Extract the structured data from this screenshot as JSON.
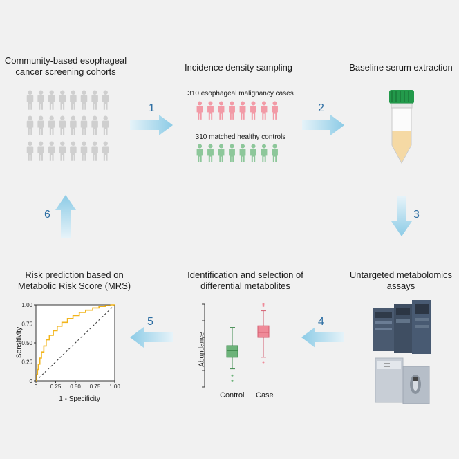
{
  "steps": {
    "cohorts": {
      "line1": "Community-based esophageal",
      "line2": "cancer screening cohorts"
    },
    "sampling": {
      "title": "Incidence density sampling",
      "cases": "310 esophageal malignancy cases",
      "controls": "310 matched healthy controls"
    },
    "serum": {
      "title": "Baseline serum extraction"
    },
    "assays": {
      "line1": "Untargeted metabolomics",
      "line2": "assays"
    },
    "metabolites": {
      "line1": "Identification and selection of",
      "line2": "differential metabolites"
    },
    "risk": {
      "line1": "Risk prediction based on",
      "line2": "Metabolic Risk Score (MRS)"
    }
  },
  "arrow_numbers": [
    "1",
    "2",
    "3",
    "4",
    "5",
    "6"
  ],
  "colors": {
    "gray_person": "#cfcfcf",
    "case_person": "#f29aa6",
    "control_person": "#8dc79a",
    "arrow": "#a7d5ea",
    "number": "#2d6ea3",
    "roc": "#f2b51c",
    "tube_cap": "#239a4b",
    "tube_liquid": "#f5d9a4"
  },
  "boxplot": {
    "ylabel": "Abundance",
    "groups": [
      {
        "name": "Control",
        "color": "#6db37a",
        "min": 0.22,
        "q1": 0.36,
        "median": 0.44,
        "q3": 0.5,
        "max": 0.72,
        "outliers": [
          0.14,
          0.08
        ]
      },
      {
        "name": "Case",
        "color": "#ef8a98",
        "min": 0.36,
        "q1": 0.6,
        "median": 0.66,
        "q3": 0.74,
        "max": 0.92,
        "outliers": [
          0.98,
          1.0,
          0.3
        ]
      }
    ]
  },
  "roc": {
    "xlabel": "1 - Specificity",
    "ylabel": "Sensitivity",
    "ticks": [
      "0",
      "0.25",
      "0.50",
      "0.75",
      "1.00"
    ],
    "points": [
      [
        0,
        0
      ],
      [
        0.01,
        0.08
      ],
      [
        0.02,
        0.15
      ],
      [
        0.03,
        0.22
      ],
      [
        0.05,
        0.3
      ],
      [
        0.07,
        0.38
      ],
      [
        0.1,
        0.46
      ],
      [
        0.13,
        0.54
      ],
      [
        0.17,
        0.6
      ],
      [
        0.22,
        0.66
      ],
      [
        0.27,
        0.72
      ],
      [
        0.33,
        0.77
      ],
      [
        0.4,
        0.82
      ],
      [
        0.47,
        0.86
      ],
      [
        0.55,
        0.9
      ],
      [
        0.63,
        0.93
      ],
      [
        0.72,
        0.96
      ],
      [
        0.8,
        0.98
      ],
      [
        0.88,
        0.99
      ],
      [
        0.95,
        1.0
      ],
      [
        1,
        1
      ]
    ]
  }
}
